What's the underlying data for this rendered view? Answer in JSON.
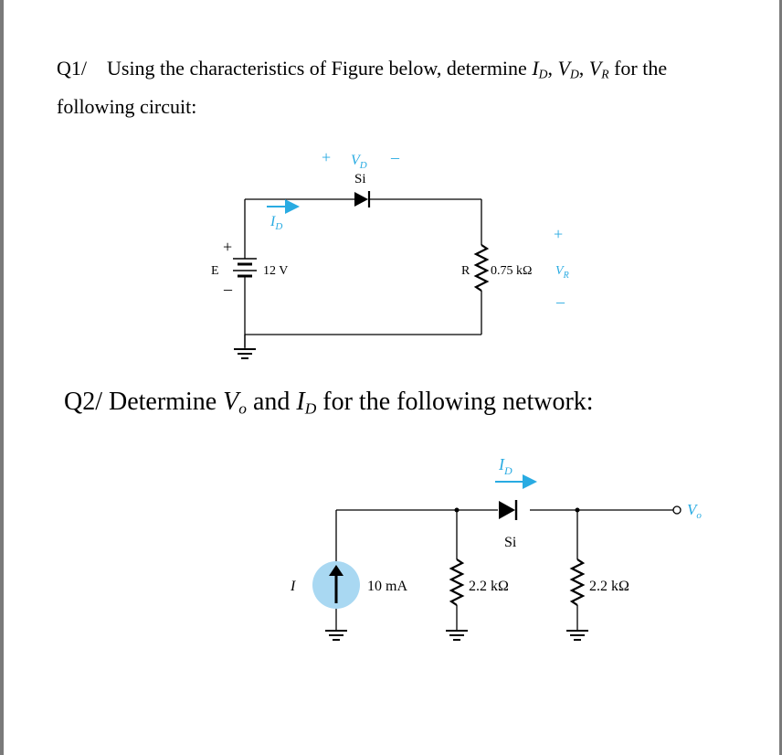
{
  "q1": {
    "number": "Q1/",
    "text_before": "Using the characteristics of Figure below, determine",
    "var_id_main": "I",
    "var_id_sub": "D",
    "comma1": ",",
    "var_vd_main": "V",
    "var_vd_sub": "D",
    "comma2": ",",
    "var_vr_main": "V",
    "var_vr_sub": "R",
    "text_after": "for the",
    "line2": "following circuit:"
  },
  "circuit1": {
    "diode_plus": "+",
    "diode_v_main": "V",
    "diode_v_sub": "D",
    "diode_minus": "–",
    "diode_material": "Si",
    "current_main": "I",
    "current_sub": "D",
    "battery_plus": "+",
    "battery_minus": "–",
    "battery_name": "E",
    "battery_value": "12 V",
    "resistor_name": "R",
    "resistor_value": "0.75 kΩ",
    "vr_plus": "+",
    "vr_main": "V",
    "vr_sub": "R",
    "vr_minus": "–"
  },
  "q2": {
    "text_before": "Q2/ Determine",
    "vo_main": "V",
    "vo_sub": "o",
    "and": "and",
    "id_main": "I",
    "id_sub": "D",
    "text_after": "for the following network:"
  },
  "circuit2": {
    "current_main": "I",
    "current_sub": "D",
    "diode_material": "Si",
    "source_name": "I",
    "source_value": "10 mA",
    "r1_value": "2.2 kΩ",
    "r2_value": "2.2 kΩ",
    "output_main": "V",
    "output_sub": "o"
  },
  "colors": {
    "accent_blue": "#29abe2",
    "source_fill": "#a9d8f2",
    "frame": "#7a7a7a"
  }
}
